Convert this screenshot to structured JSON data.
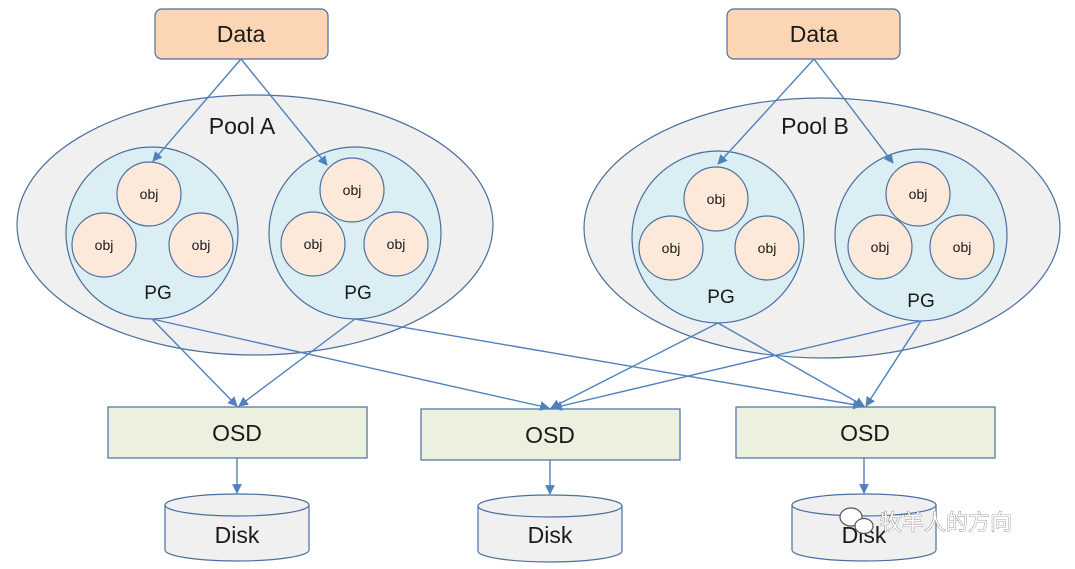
{
  "data_a": "Data",
  "data_b": "Data",
  "pool_a": {
    "title": "Pool A",
    "pg1": {
      "label": "PG",
      "objects": [
        "obj",
        "obj",
        "obj"
      ]
    },
    "pg2": {
      "label": "PG",
      "objects": [
        "obj",
        "obj",
        "obj"
      ]
    }
  },
  "pool_b": {
    "title": "Pool B",
    "pg1": {
      "label": "PG",
      "objects": [
        "obj",
        "obj",
        "obj"
      ]
    },
    "pg2": {
      "label": "PG",
      "objects": [
        "obj",
        "obj",
        "obj"
      ]
    }
  },
  "osds": [
    "OSD",
    "OSD",
    "OSD"
  ],
  "disks": [
    "Disk",
    "Disk",
    "Disk"
  ],
  "watermark": "牧羊人的方向",
  "colors": {
    "data_fill": "#fcd5b5",
    "pool_fill": "#f0f0f0",
    "pg_fill": "#dbeef4",
    "obj_fill": "#fde9d9",
    "osd_fill": "#ebf1de",
    "disk_fill": "#f0f0f0",
    "stroke": "#4a6f9e",
    "arrow": "#4f81bd"
  }
}
